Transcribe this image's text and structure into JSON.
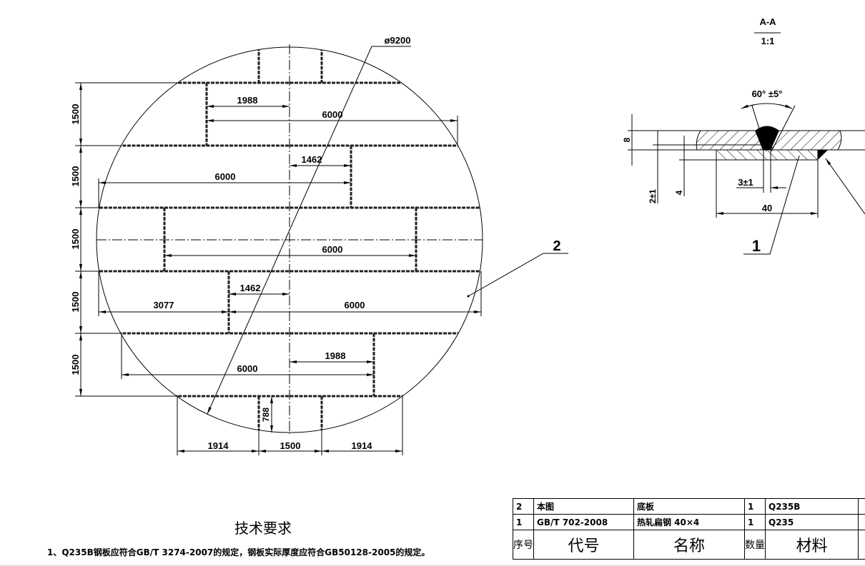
{
  "plan_view": {
    "diameter_label": "ø9200",
    "part_callout": "2",
    "row_heights": [
      "1500",
      "1500",
      "1500",
      "1500",
      "1500"
    ],
    "row1": {
      "offset": "1988",
      "length": "6000"
    },
    "row2": {
      "offset": "1462",
      "length": "6000"
    },
    "row3": {
      "length": "6000"
    },
    "row4": {
      "offset": "1462",
      "left": "3077",
      "length": "6000"
    },
    "row5": {
      "offset": "1988",
      "length": "6000"
    },
    "bottom": {
      "left": "1914",
      "middle": "1500",
      "right": "1914",
      "height": "788"
    }
  },
  "section": {
    "title": "A-A",
    "scale": "1:1",
    "angle": "60° ±5°",
    "thickness": "8",
    "root_gap_vertical": "2±1",
    "backing_thickness": "4",
    "root_gap": "3±1",
    "backing_width": "40",
    "part_callout": "1"
  },
  "tech_req": {
    "title": "技术要求",
    "items": [
      "1、Q235B钢板应符合GB/T 3274-2007的规定，钢板实际厚度应符合GB50128-2005的规定。"
    ]
  },
  "bom": {
    "rows": [
      {
        "no": "2",
        "code": "本图",
        "name": "底板",
        "qty": "1",
        "material": "Q235B"
      },
      {
        "no": "1",
        "code": "GB/T 702-2008",
        "name": "热轧扁钢 40×4",
        "qty": "1",
        "material": "Q235"
      }
    ],
    "headers": {
      "no": "序号",
      "code": "代号",
      "name": "名称",
      "qty": "数量",
      "material": "材料"
    }
  }
}
